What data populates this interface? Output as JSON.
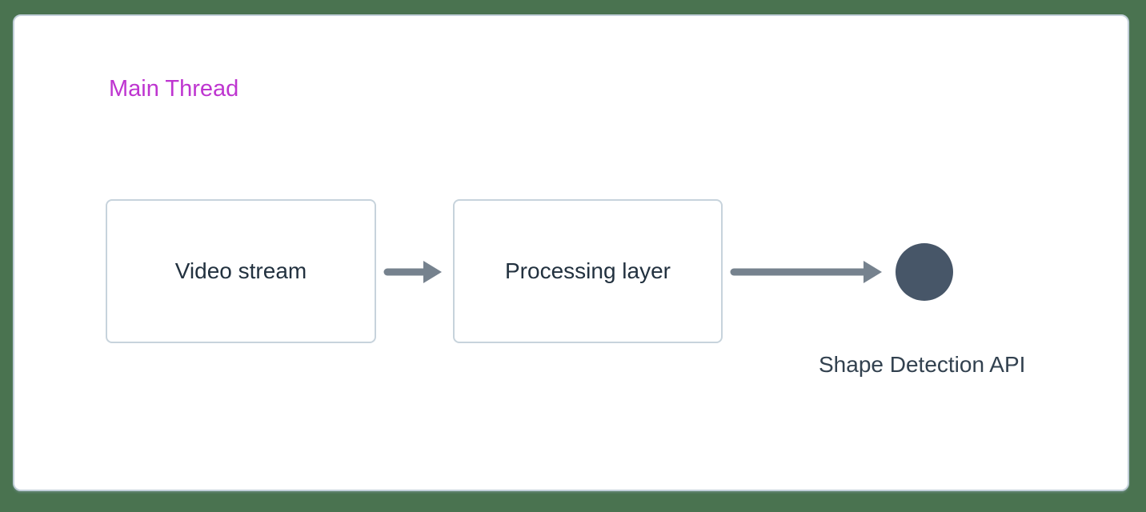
{
  "diagram": {
    "title": "Main Thread",
    "nodes": [
      {
        "label": "Video stream"
      },
      {
        "label": "Processing layer"
      }
    ],
    "connectors": [
      {
        "name": "arrow-video-to-processing",
        "direction": "right"
      },
      {
        "name": "arrow-processing-to-shape-detection",
        "direction": "right"
      }
    ],
    "endpoint": {
      "label": "Shape Detection API",
      "shape": "circle"
    },
    "colors": {
      "page_background": "#4A7350",
      "card_background": "#FFFFFF",
      "card_border": "#C2CFD9",
      "title_text": "#BE35D0",
      "node_border": "#C7D3DC",
      "node_text": "#22313F",
      "arrow": "#76828E",
      "endpoint_circle": "#475668",
      "endpoint_text": "#32414F"
    }
  }
}
